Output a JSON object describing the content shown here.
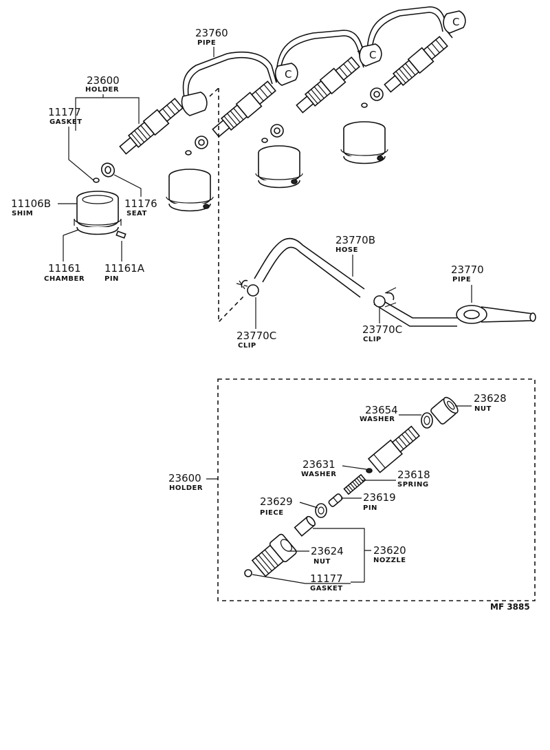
{
  "labels": {
    "pipe_23760": {
      "number": "23760",
      "name": "PIPE"
    },
    "holder_23600_top": {
      "number": "23600",
      "name": "HOLDER"
    },
    "gasket_11177_top": {
      "number": "11177",
      "name": "GASKET"
    },
    "shim_11106b": {
      "number": "11106B",
      "name": "SHIM"
    },
    "seat_11176": {
      "number": "11176",
      "name": "SEAT"
    },
    "chamber_11161": {
      "number": "11161",
      "name": "CHAMBER"
    },
    "pin_11161a": {
      "number": "11161A",
      "name": "PIN"
    },
    "hose_23770b": {
      "number": "23770B",
      "name": "HOSE"
    },
    "pipe_23770": {
      "number": "23770",
      "name": "PIPE"
    },
    "clip_23770c_left": {
      "number": "23770C",
      "name": "CLIP"
    },
    "clip_23770c_right": {
      "number": "23770C",
      "name": "CLIP"
    },
    "nut_23628": {
      "number": "23628",
      "name": "NUT"
    },
    "washer_23654": {
      "number": "23654",
      "name": "WASHER"
    },
    "holder_23600_detail": {
      "number": "23600",
      "name": "HOLDER"
    },
    "washer_23631": {
      "number": "23631",
      "name": "WASHER"
    },
    "spring_23618": {
      "number": "23618",
      "name": "SPRING"
    },
    "piece_23629": {
      "number": "23629",
      "name": "PIECE"
    },
    "pin_23619": {
      "number": "23619",
      "name": "PIN"
    },
    "nut_23624": {
      "number": "23624",
      "name": "NUT"
    },
    "nozzle_23620": {
      "number": "23620",
      "name": "NOZZLE"
    },
    "gasket_11177_detail": {
      "number": "11177",
      "name": "GASKET"
    }
  },
  "figure_code": "MF  3885"
}
